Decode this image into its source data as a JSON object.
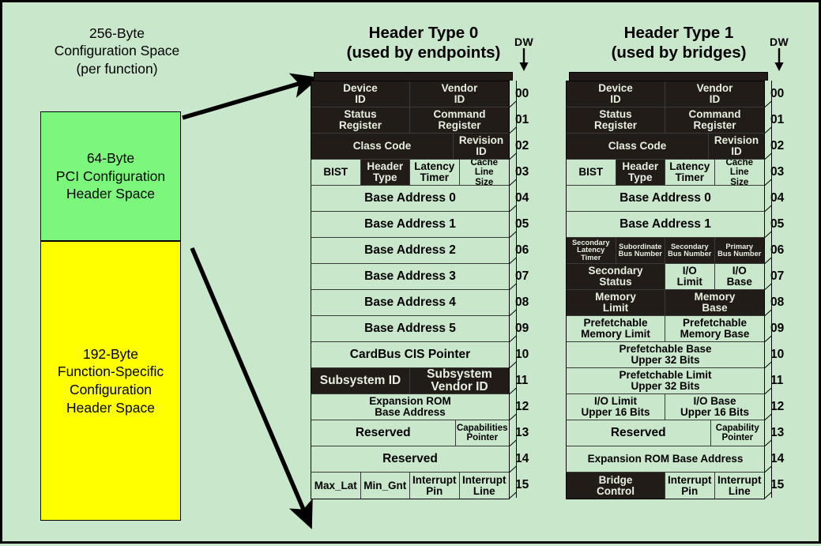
{
  "left_panel": {
    "caption_lines": [
      "256-Byte",
      "Configuration Space",
      "(per function)"
    ],
    "caption": "256-Byte\nConfiguration Space\n(per function)",
    "green_box": {
      "label": "64-Byte\nPCI Configuration\nHeader Space",
      "color": "#7cf77c",
      "size": "64-Byte"
    },
    "yellow_box": {
      "label": "192-Byte\nFunction-Specific\nConfiguration\nHeader Space",
      "color": "#ffff00",
      "size": "192-Byte"
    }
  },
  "colors": {
    "page_background": "#c9e7cb",
    "dark_cell": "#211c17",
    "dark_cell_text": "#e8efe1",
    "light_cell_text": "#000000",
    "green_region": "#7cf77c",
    "yellow_region": "#ffff00"
  },
  "dw_column": {
    "header": "DW",
    "numbers": [
      "00",
      "01",
      "02",
      "03",
      "04",
      "05",
      "06",
      "07",
      "08",
      "09",
      "10",
      "11",
      "12",
      "13",
      "14",
      "15"
    ]
  },
  "tables": [
    {
      "id": "header-type-0",
      "title_line1": "Header Type 0",
      "title_line2": "(used by endpoints)",
      "rows": [
        {
          "dw": "00",
          "h": 33,
          "cells": [
            {
              "label": "Device\nID",
              "w": 50,
              "style": "dark",
              "fs": "fs-md"
            },
            {
              "label": "Vendor\nID",
              "w": 50,
              "style": "dark",
              "fs": "fs-md"
            }
          ]
        },
        {
          "dw": "01",
          "h": 33,
          "cells": [
            {
              "label": "Status\nRegister",
              "w": 50,
              "style": "dark",
              "fs": "fs-md"
            },
            {
              "label": "Command\nRegister",
              "w": 50,
              "style": "dark",
              "fs": "fs-md"
            }
          ]
        },
        {
          "dw": "02",
          "h": 33,
          "cells": [
            {
              "label": "Class Code",
              "w": 72,
              "style": "dark",
              "fs": "fs-md"
            },
            {
              "label": "Revision\nID",
              "w": 28,
              "style": "dark",
              "fs": "fs-md"
            }
          ]
        },
        {
          "dw": "03",
          "h": 33,
          "cells": [
            {
              "label": "BIST",
              "w": 25,
              "style": "light",
              "fs": "fs-md"
            },
            {
              "label": "Header\nType",
              "w": 25,
              "style": "dark",
              "fs": "fs-md"
            },
            {
              "label": "Latency\nTimer",
              "w": 25,
              "style": "light",
              "fs": "fs-md"
            },
            {
              "label": "Cache\nLine\nSize",
              "w": 25,
              "style": "light",
              "fs": "fs-sm"
            }
          ]
        },
        {
          "dw": "04",
          "h": 33,
          "cells": [
            {
              "label": "Base Address 0",
              "w": 100,
              "style": "light",
              "fs": "fs-lg"
            }
          ]
        },
        {
          "dw": "05",
          "h": 33,
          "cells": [
            {
              "label": "Base Address 1",
              "w": 100,
              "style": "light",
              "fs": "fs-lg"
            }
          ]
        },
        {
          "dw": "06",
          "h": 33,
          "cells": [
            {
              "label": "Base Address 2",
              "w": 100,
              "style": "light",
              "fs": "fs-lg"
            }
          ]
        },
        {
          "dw": "07",
          "h": 33,
          "cells": [
            {
              "label": "Base Address 3",
              "w": 100,
              "style": "light",
              "fs": "fs-lg"
            }
          ]
        },
        {
          "dw": "08",
          "h": 33,
          "cells": [
            {
              "label": "Base Address 4",
              "w": 100,
              "style": "light",
              "fs": "fs-lg"
            }
          ]
        },
        {
          "dw": "09",
          "h": 33,
          "cells": [
            {
              "label": "Base Address 5",
              "w": 100,
              "style": "light",
              "fs": "fs-lg"
            }
          ]
        },
        {
          "dw": "10",
          "h": 33,
          "cells": [
            {
              "label": "CardBus CIS Pointer",
              "w": 100,
              "style": "light",
              "fs": "fs-lg"
            }
          ]
        },
        {
          "dw": "11",
          "h": 33,
          "cells": [
            {
              "label": "Subsystem ID",
              "w": 50,
              "style": "dark",
              "fs": "fs-lg"
            },
            {
              "label": "Subsystem\nVendor ID",
              "w": 50,
              "style": "dark",
              "fs": "fs-lg"
            }
          ]
        },
        {
          "dw": "12",
          "h": 33,
          "cells": [
            {
              "label": "Expansion ROM\nBase Address",
              "w": 100,
              "style": "light",
              "fs": "fs-md"
            }
          ]
        },
        {
          "dw": "13",
          "h": 33,
          "cells": [
            {
              "label": "Reserved",
              "w": 73,
              "style": "light",
              "fs": "fs-lg"
            },
            {
              "label": "Capabilities\nPointer",
              "w": 27,
              "style": "light",
              "fs": "fs-sm"
            }
          ]
        },
        {
          "dw": "14",
          "h": 33,
          "cells": [
            {
              "label": "Reserved",
              "w": 100,
              "style": "light",
              "fs": "fs-lg"
            }
          ]
        },
        {
          "dw": "15",
          "h": 33,
          "cells": [
            {
              "label": "Max_Lat",
              "w": 25,
              "style": "light",
              "fs": "fs-md"
            },
            {
              "label": "Min_Gnt",
              "w": 25,
              "style": "light",
              "fs": "fs-md"
            },
            {
              "label": "Interrupt\nPin",
              "w": 25,
              "style": "light",
              "fs": "fs-md"
            },
            {
              "label": "Interrupt\nLine",
              "w": 25,
              "style": "light",
              "fs": "fs-md"
            }
          ]
        }
      ]
    },
    {
      "id": "header-type-1",
      "title_line1": "Header Type 1",
      "title_line2": "(used by bridges)",
      "rows": [
        {
          "dw": "00",
          "h": 33,
          "cells": [
            {
              "label": "Device\nID",
              "w": 50,
              "style": "dark",
              "fs": "fs-md"
            },
            {
              "label": "Vendor\nID",
              "w": 50,
              "style": "dark",
              "fs": "fs-md"
            }
          ]
        },
        {
          "dw": "01",
          "h": 33,
          "cells": [
            {
              "label": "Status\nRegister",
              "w": 50,
              "style": "dark",
              "fs": "fs-md"
            },
            {
              "label": "Command\nRegister",
              "w": 50,
              "style": "dark",
              "fs": "fs-md"
            }
          ]
        },
        {
          "dw": "02",
          "h": 33,
          "cells": [
            {
              "label": "Class Code",
              "w": 72,
              "style": "dark",
              "fs": "fs-md"
            },
            {
              "label": "Revision\nID",
              "w": 28,
              "style": "dark",
              "fs": "fs-md"
            }
          ]
        },
        {
          "dw": "03",
          "h": 33,
          "cells": [
            {
              "label": "BIST",
              "w": 25,
              "style": "light",
              "fs": "fs-md"
            },
            {
              "label": "Header\nType",
              "w": 25,
              "style": "dark",
              "fs": "fs-md"
            },
            {
              "label": "Latency\nTimer",
              "w": 25,
              "style": "light",
              "fs": "fs-md"
            },
            {
              "label": "Cache\nLine\nSize",
              "w": 25,
              "style": "light",
              "fs": "fs-sm"
            }
          ]
        },
        {
          "dw": "04",
          "h": 33,
          "cells": [
            {
              "label": "Base Address 0",
              "w": 100,
              "style": "light",
              "fs": "fs-lg"
            }
          ]
        },
        {
          "dw": "05",
          "h": 33,
          "cells": [
            {
              "label": "Base Address 1",
              "w": 100,
              "style": "light",
              "fs": "fs-lg"
            }
          ]
        },
        {
          "dw": "06",
          "h": 33,
          "cells": [
            {
              "label": "Secondary\nLatency Timer",
              "w": 25,
              "style": "dark",
              "fs": "fs-xs"
            },
            {
              "label": "Subordinate\nBus Number",
              "w": 25,
              "style": "dark",
              "fs": "fs-xs"
            },
            {
              "label": "Secondary\nBus Number",
              "w": 25,
              "style": "dark",
              "fs": "fs-xs"
            },
            {
              "label": "Primary\nBus Number",
              "w": 25,
              "style": "dark",
              "fs": "fs-xs"
            }
          ]
        },
        {
          "dw": "07",
          "h": 33,
          "cells": [
            {
              "label": "Secondary\nStatus",
              "w": 50,
              "style": "dark",
              "fs": "fs-md"
            },
            {
              "label": "I/O\nLimit",
              "w": 25,
              "style": "light",
              "fs": "fs-md"
            },
            {
              "label": "I/O\nBase",
              "w": 25,
              "style": "light",
              "fs": "fs-md"
            }
          ]
        },
        {
          "dw": "08",
          "h": 33,
          "cells": [
            {
              "label": "Memory\nLimit",
              "w": 50,
              "style": "dark",
              "fs": "fs-md"
            },
            {
              "label": "Memory\nBase",
              "w": 50,
              "style": "dark",
              "fs": "fs-md"
            }
          ]
        },
        {
          "dw": "09",
          "h": 33,
          "cells": [
            {
              "label": "Prefetchable\nMemory Limit",
              "w": 50,
              "style": "light",
              "fs": "fs-md"
            },
            {
              "label": "Prefetchable\nMemory Base",
              "w": 50,
              "style": "light",
              "fs": "fs-md"
            }
          ]
        },
        {
          "dw": "10",
          "h": 33,
          "cells": [
            {
              "label": "Prefetchable Base\nUpper 32 Bits",
              "w": 100,
              "style": "light",
              "fs": "fs-md"
            }
          ]
        },
        {
          "dw": "11",
          "h": 33,
          "cells": [
            {
              "label": "Prefetchable Limit\nUpper 32 Bits",
              "w": 100,
              "style": "light",
              "fs": "fs-md"
            }
          ]
        },
        {
          "dw": "12",
          "h": 33,
          "cells": [
            {
              "label": "I/O Limit\nUpper 16 Bits",
              "w": 50,
              "style": "light",
              "fs": "fs-md"
            },
            {
              "label": "I/O Base\nUpper 16 Bits",
              "w": 50,
              "style": "light",
              "fs": "fs-md"
            }
          ]
        },
        {
          "dw": "13",
          "h": 33,
          "cells": [
            {
              "label": "Reserved",
              "w": 73,
              "style": "light",
              "fs": "fs-lg"
            },
            {
              "label": "Capability\nPointer",
              "w": 27,
              "style": "light",
              "fs": "fs-sm"
            }
          ]
        },
        {
          "dw": "14",
          "h": 33,
          "cells": [
            {
              "label": "Expansion ROM Base Address",
              "w": 100,
              "style": "light",
              "fs": "fs-md"
            }
          ]
        },
        {
          "dw": "15",
          "h": 33,
          "cells": [
            {
              "label": "Bridge\nControl",
              "w": 50,
              "style": "dark",
              "fs": "fs-md"
            },
            {
              "label": "Interrupt\nPin",
              "w": 25,
              "style": "light",
              "fs": "fs-md"
            },
            {
              "label": "Interrupt\nLine",
              "w": 25,
              "style": "light",
              "fs": "fs-md"
            }
          ]
        }
      ]
    }
  ]
}
